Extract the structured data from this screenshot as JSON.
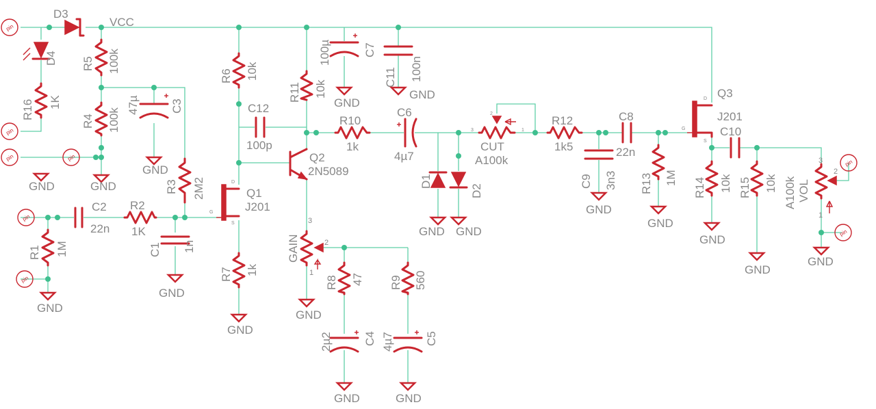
{
  "nets": {
    "vcc": "VCC",
    "gnd": "GND",
    "pin": "pin"
  },
  "components": {
    "D3": {
      "ref": "D3"
    },
    "D4": {
      "ref": "D4"
    },
    "R16": {
      "ref": "R16",
      "value": "1K"
    },
    "R5": {
      "ref": "R5",
      "value": "100k"
    },
    "R4": {
      "ref": "R4",
      "value": "100k"
    },
    "C3": {
      "ref": "C3",
      "value": "47µ"
    },
    "R3": {
      "ref": "R3",
      "value": "2M2"
    },
    "R6": {
      "ref": "R6",
      "value": "10k"
    },
    "R11": {
      "ref": "R11",
      "value": "10k"
    },
    "C7": {
      "ref": "C7",
      "value": "100µ"
    },
    "C11": {
      "ref": "C11",
      "value": "100n"
    },
    "C12": {
      "ref": "C12",
      "value": "100p"
    },
    "Q1": {
      "ref": "Q1",
      "value": "J201"
    },
    "Q2": {
      "ref": "Q2",
      "value": "2N5089"
    },
    "R10": {
      "ref": "R10",
      "value": "1k"
    },
    "C6": {
      "ref": "C6",
      "value": "4µ7"
    },
    "D1": {
      "ref": "D1"
    },
    "D2": {
      "ref": "D2"
    },
    "CUT": {
      "ref": "CUT",
      "value": "A100k"
    },
    "R12": {
      "ref": "R12",
      "value": "1k5"
    },
    "C8": {
      "ref": "C8",
      "value": "22n"
    },
    "C9": {
      "ref": "C9",
      "value": "3n3"
    },
    "R13": {
      "ref": "R13",
      "value": "1M"
    },
    "Q3": {
      "ref": "Q3",
      "value": "J201"
    },
    "C10": {
      "ref": "C10"
    },
    "R14": {
      "ref": "R14",
      "value": "10k"
    },
    "R15": {
      "ref": "R15",
      "value": "10k"
    },
    "VOL": {
      "ref": "VOL",
      "value": "A100k"
    },
    "C2": {
      "ref": "C2",
      "value": "22n"
    },
    "R2": {
      "ref": "R2",
      "value": "1K"
    },
    "R1": {
      "ref": "R1",
      "value": "1M"
    },
    "C1": {
      "ref": "C1",
      "value": "1n"
    },
    "R7": {
      "ref": "R7",
      "value": "1k"
    },
    "GAIN": {
      "ref": "GAIN"
    },
    "R8": {
      "ref": "R8",
      "value": "47"
    },
    "R9": {
      "ref": "R9",
      "value": "560"
    },
    "C4": {
      "ref": "C4",
      "value": "2µ2"
    },
    "C5": {
      "ref": "C5",
      "value": "4µ7"
    }
  },
  "pins": {
    "p1": "1",
    "p2": "2",
    "p3": "3",
    "d": "D",
    "g": "G",
    "s": "S"
  }
}
